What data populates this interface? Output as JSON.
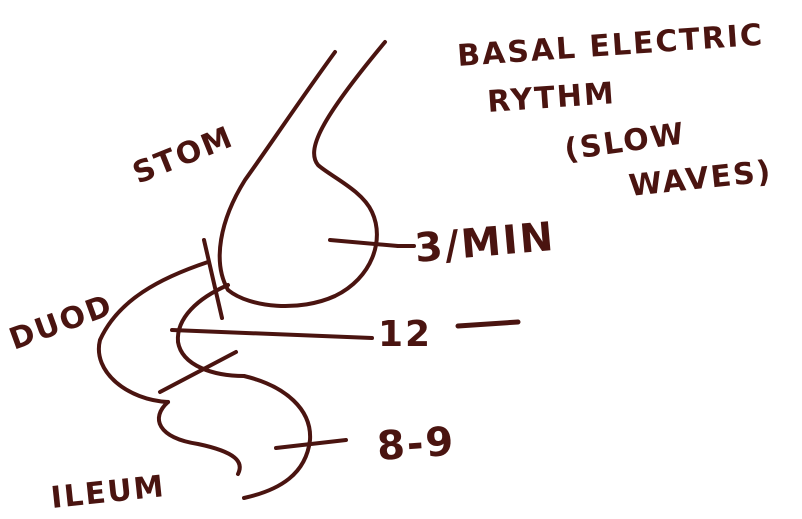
{
  "colors": {
    "ink": "#4a1410",
    "paper": "#ffffff"
  },
  "labels": {
    "stomach": "STOM",
    "duodenum": "DUOD",
    "ileum": "ILEUM",
    "title_line1": "BASAL ELECTRIC",
    "title_line2": "RYTHM",
    "title_line3": "(SLOW",
    "title_line4": "WAVES)",
    "rate_stomach": "3/MIN",
    "rate_duodenum": "12",
    "rate_ileum": "8-9"
  }
}
